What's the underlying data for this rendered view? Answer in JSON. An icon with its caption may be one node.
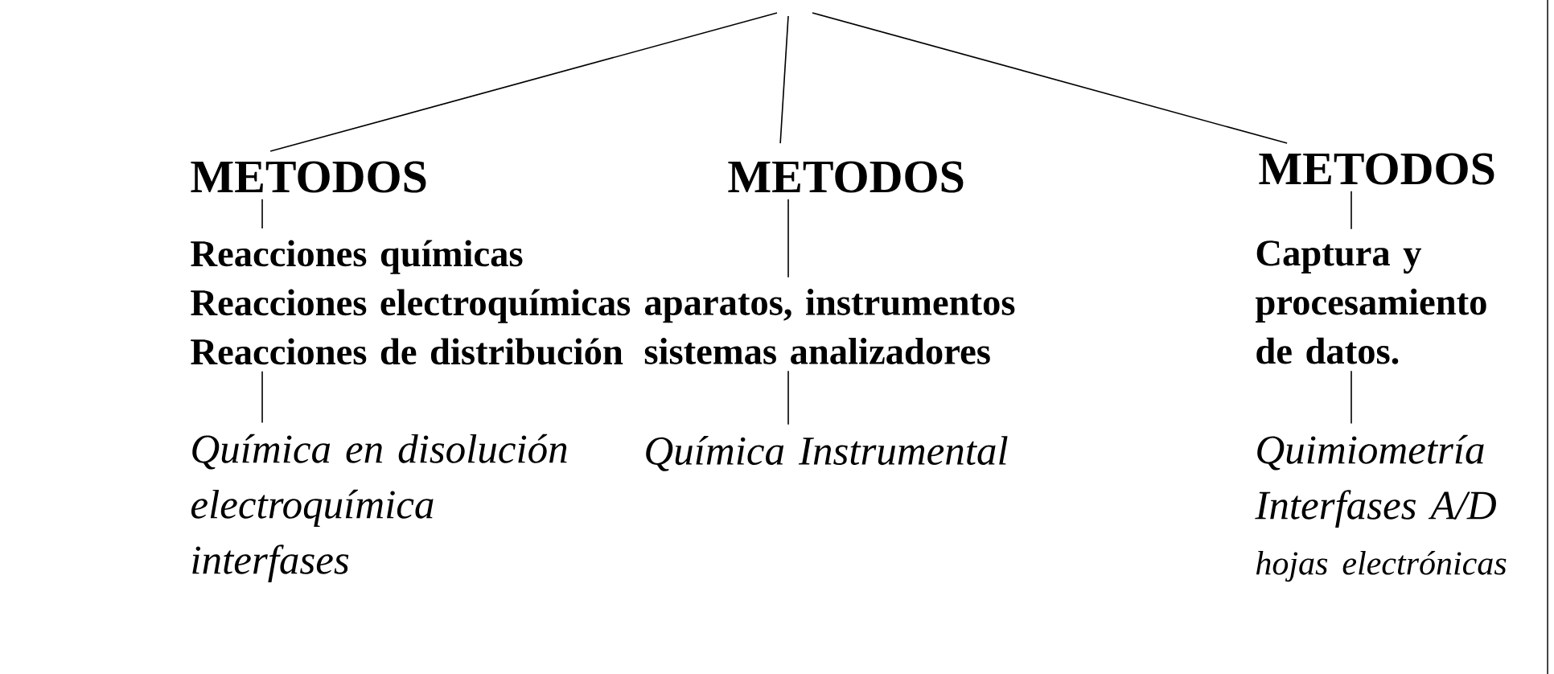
{
  "diagram": {
    "nodes": [
      {
        "text": [
          "METODOS"
        ]
      },
      {
        "text": [
          "Reacciones químicas Reacciones electroquímicas Reacciones de distribución"
        ]
      },
      {
        "text": [
          "Química en disolución electroquímica interfases"
        ]
      },
      {
        "text": [
          "METODOS"
        ]
      },
      {
        "text": [
          "aparatos, instrumentos sistemas analizadores"
        ]
      },
      {
        "text": [
          "Química Instrumental"
        ]
      },
      {
        "text": [
          "METODOS"
        ]
      },
      {
        "text": [
          "Captura y procesamiento de datos."
        ]
      },
      {
        "text": [
          "Quimiometría Interfases A/D",
          "hojas electrónicas"
        ]
      }
    ],
    "edges": [
      {
        "from": null,
        "to": 0,
        "arrow": "none"
      },
      {
        "from": null,
        "to": 3,
        "arrow": "none"
      },
      {
        "from": null,
        "to": 6,
        "arrow": "none"
      },
      {
        "from": 0,
        "to": 1,
        "arrow": "none"
      },
      {
        "from": 1,
        "to": 2,
        "arrow": "none"
      },
      {
        "from": 3,
        "to": 4,
        "arrow": "none"
      },
      {
        "from": 4,
        "to": 5,
        "arrow": "none"
      },
      {
        "from": 6,
        "to": 7,
        "arrow": "none"
      },
      {
        "from": 7,
        "to": 8,
        "arrow": "none"
      }
    ]
  }
}
